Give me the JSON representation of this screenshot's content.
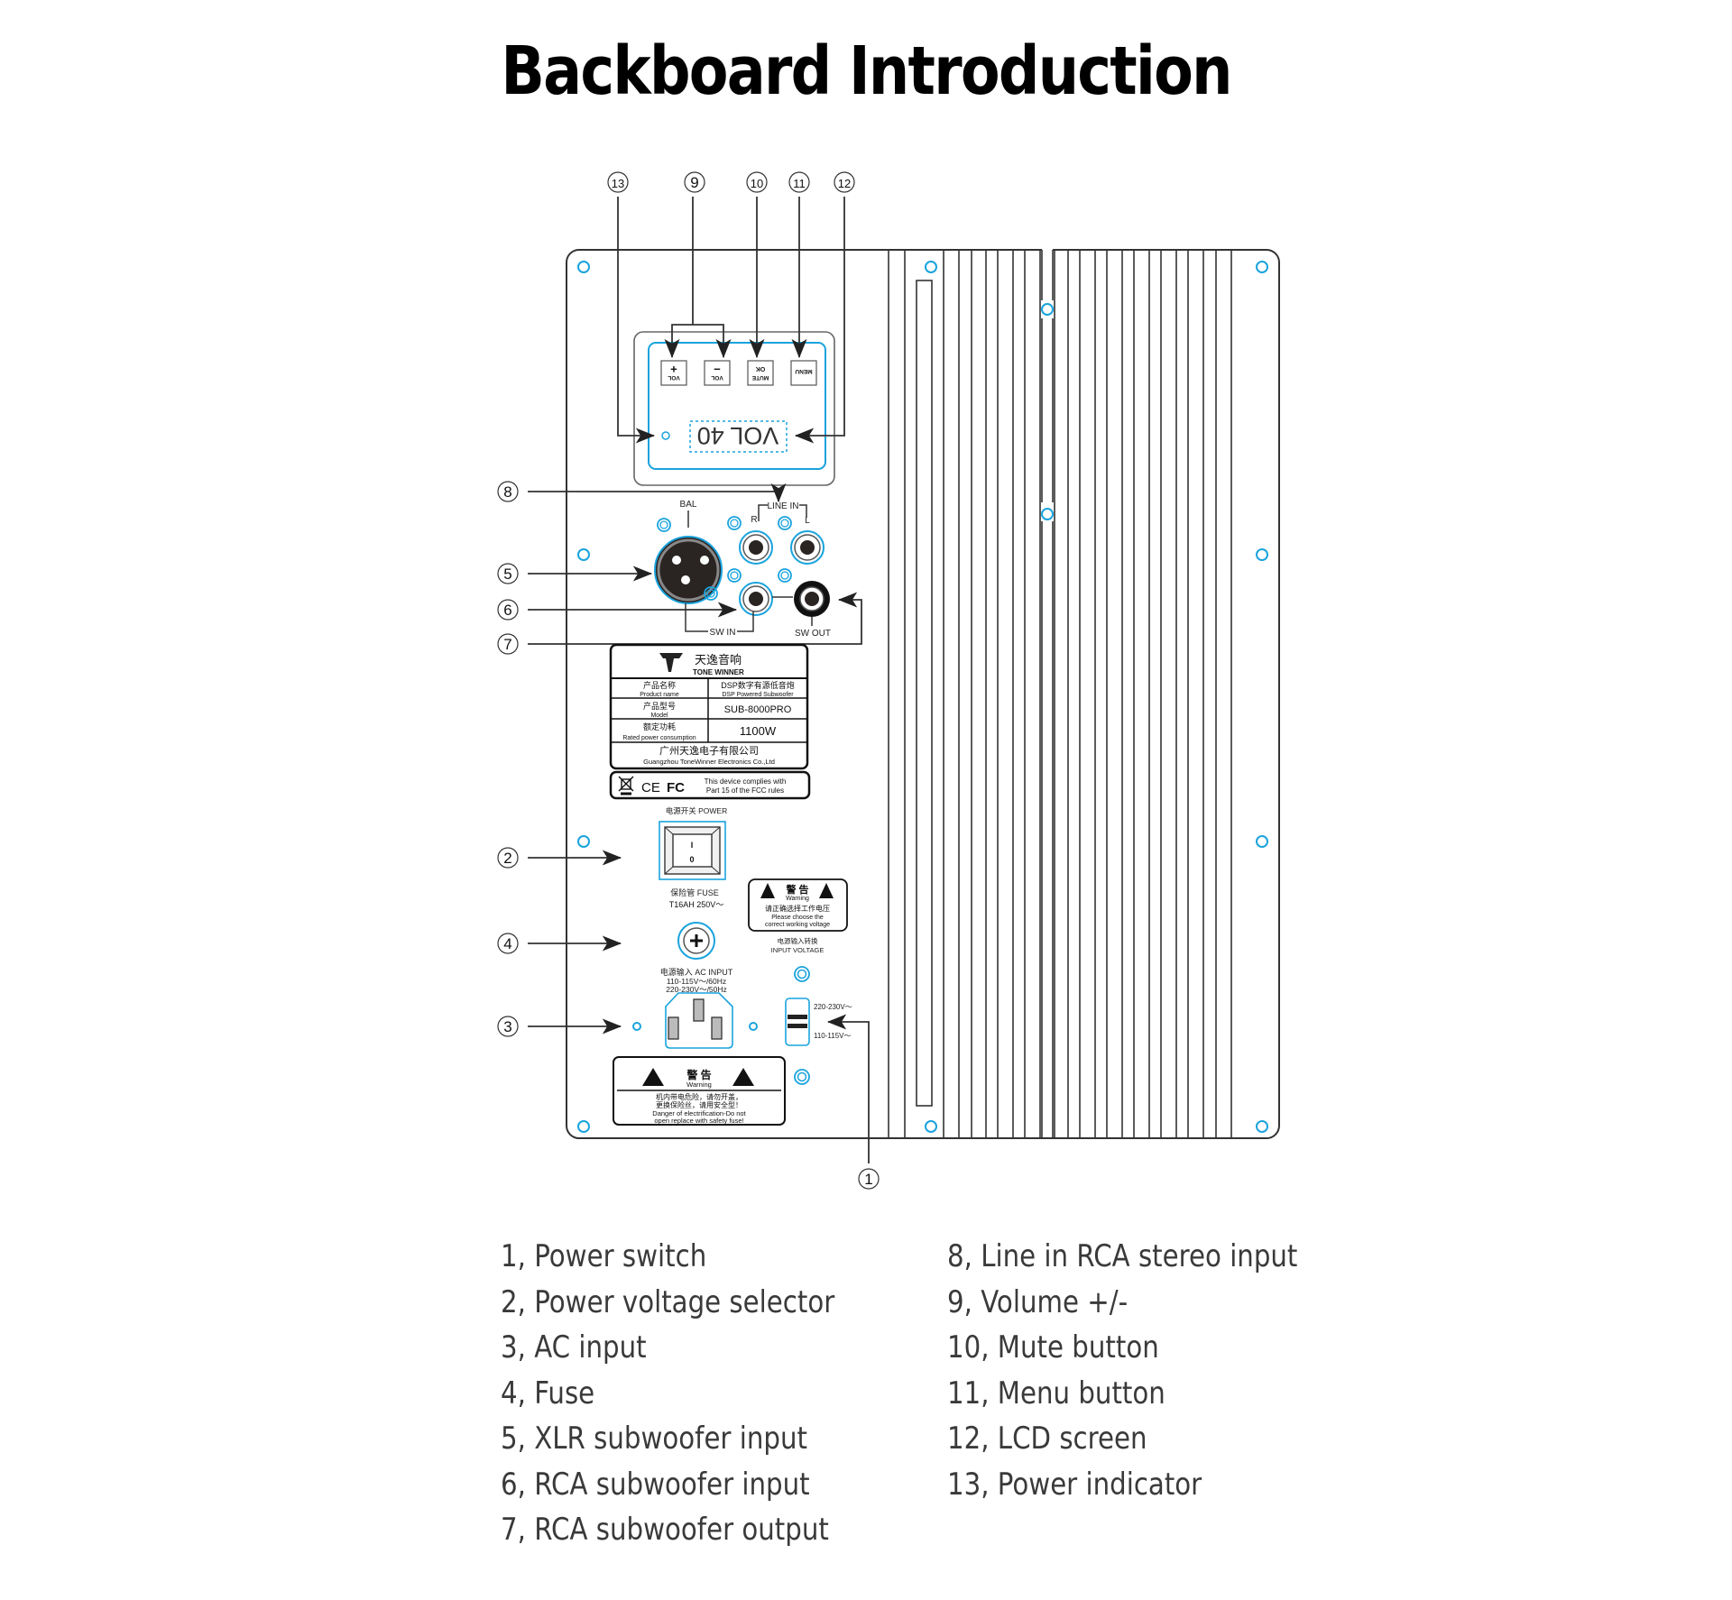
{
  "title": "Backboard Introduction",
  "colors": {
    "accent_blue": "#1aa3dd",
    "line": "#333333",
    "text": "#3a3a3a"
  },
  "callouts": [
    {
      "num": "1",
      "glyph": "①"
    },
    {
      "num": "2",
      "glyph": "②"
    },
    {
      "num": "3",
      "glyph": "③"
    },
    {
      "num": "4",
      "glyph": "④"
    },
    {
      "num": "5",
      "glyph": "⑤"
    },
    {
      "num": "6",
      "glyph": "⑥"
    },
    {
      "num": "7",
      "glyph": "⑦"
    },
    {
      "num": "8",
      "glyph": "⑧"
    },
    {
      "num": "9",
      "glyph": "⑨"
    },
    {
      "num": "10",
      "glyph": "⑩"
    },
    {
      "num": "11",
      "glyph": "⑪"
    },
    {
      "num": "12",
      "glyph": "⑫"
    },
    {
      "num": "13",
      "glyph": "⑬"
    }
  ],
  "panel": {
    "buttons": [
      {
        "symbol": "+",
        "label": "VOL"
      },
      {
        "symbol": "−",
        "label": "VOL"
      },
      {
        "symbol": "OK",
        "label": "MUTE"
      },
      {
        "symbol": "",
        "label": "MENU"
      }
    ],
    "lcd_text": "VOL  40"
  },
  "connectors": {
    "bal_label": "BAL",
    "line_in_label": "LINE IN",
    "r_label": "R",
    "l_label": "L",
    "sw_in_label": "SW IN",
    "sw_out_label": "SW OUT"
  },
  "nameplate": {
    "brand_cn": "天逸音响",
    "brand_en": "TONE WINNER",
    "rows": [
      {
        "key_cn": "产品名称",
        "key_en": "Product name",
        "val_cn": "DSP数字有源低音炮",
        "val_en": "DSP Powered Subwoofer"
      },
      {
        "key_cn": "产品型号",
        "key_en": "Model",
        "val": "SUB-8000PRO"
      },
      {
        "key_cn": "额定功耗",
        "key_en": "Rated power consumption",
        "val": "1100W"
      }
    ],
    "company_cn": "广州天逸电子有限公司",
    "company_en": "Guangzhou ToneWinner Electronics Co.,Ltd",
    "ce": "CE",
    "fcc": "FC",
    "fcc_text_1": "This device complies with",
    "fcc_text_2": "Part 15 of the FCC rules"
  },
  "power": {
    "switch_label": "电源开关 POWER",
    "on": "I",
    "off": "0",
    "fuse_label": "保险管 FUSE",
    "fuse_rating": "T16AH 250V～",
    "ac_label": "电源输入 AC INPUT",
    "ac_line1": "110-115V～/60Hz",
    "ac_line2": "220-230V～/50Hz"
  },
  "voltage_warning": {
    "title_cn": "警 告",
    "title_en": "Warning",
    "text_cn": "请正确选择工作电压",
    "text_en1": "Please choose the",
    "text_en2": "correct working voltage",
    "selector_label_cn": "电源输入转换",
    "selector_label_en": "INPUT  VOLTAGE",
    "high": "220-230V～",
    "low": "110-115V～"
  },
  "danger_warning": {
    "title_cn": "警 告",
    "title_en": "Warning",
    "text_cn1": "机内带电危险，请勿开盖，",
    "text_cn2": "更换保险丝，请用安全型！",
    "text_en1": "Danger of electrification-Do not",
    "text_en2": "open replace with safety fuse!"
  },
  "legend": {
    "left": [
      "1, Power switch",
      "2, Power voltage selector",
      "3, AC input",
      "4, Fuse",
      "5, XLR subwoofer input",
      "6, RCA subwoofer input",
      "7, RCA subwoofer output"
    ],
    "right": [
      "8, Line in RCA stereo input",
      "9, Volume +/-",
      "10, Mute button",
      "11, Menu button",
      "12, LCD screen",
      "13, Power indicator"
    ]
  }
}
